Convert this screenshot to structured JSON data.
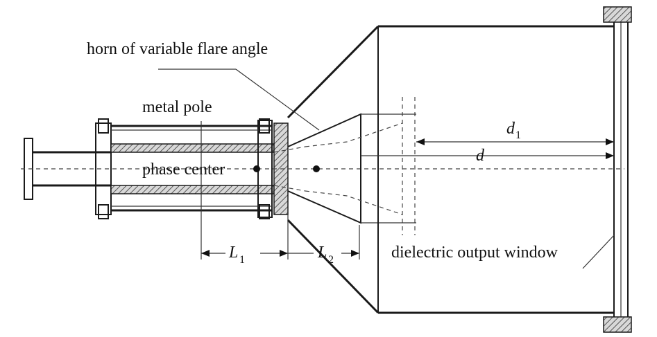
{
  "labels": {
    "horn": "horn of variable flare angle",
    "metal_pole": "metal pole",
    "phase_center": "phase center",
    "window": "dielectric output window",
    "L1": "L",
    "L1_sub": "1",
    "L2": "L",
    "L2_sub": "2",
    "d1": "d",
    "d1_sub": "1",
    "d": "d"
  }
}
